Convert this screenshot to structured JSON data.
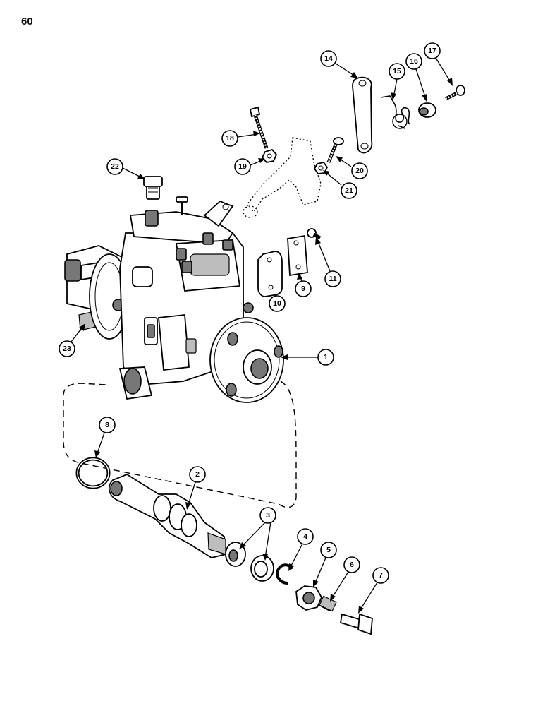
{
  "page": {
    "number": "60"
  },
  "callouts": [
    {
      "id": "1",
      "label": "1"
    },
    {
      "id": "2",
      "label": "2"
    },
    {
      "id": "3",
      "label": "3"
    },
    {
      "id": "4",
      "label": "4"
    },
    {
      "id": "5",
      "label": "5"
    },
    {
      "id": "6",
      "label": "6"
    },
    {
      "id": "7",
      "label": "7"
    },
    {
      "id": "8",
      "label": "8"
    },
    {
      "id": "9",
      "label": "9"
    },
    {
      "id": "10",
      "label": "10"
    },
    {
      "id": "11",
      "label": "11"
    },
    {
      "id": "14",
      "label": "14"
    },
    {
      "id": "15",
      "label": "15"
    },
    {
      "id": "16",
      "label": "16"
    },
    {
      "id": "17",
      "label": "17"
    },
    {
      "id": "18",
      "label": "18"
    },
    {
      "id": "19",
      "label": "19"
    },
    {
      "id": "20",
      "label": "20"
    },
    {
      "id": "21",
      "label": "21"
    },
    {
      "id": "22",
      "label": "22"
    },
    {
      "id": "23",
      "label": "23"
    }
  ]
}
